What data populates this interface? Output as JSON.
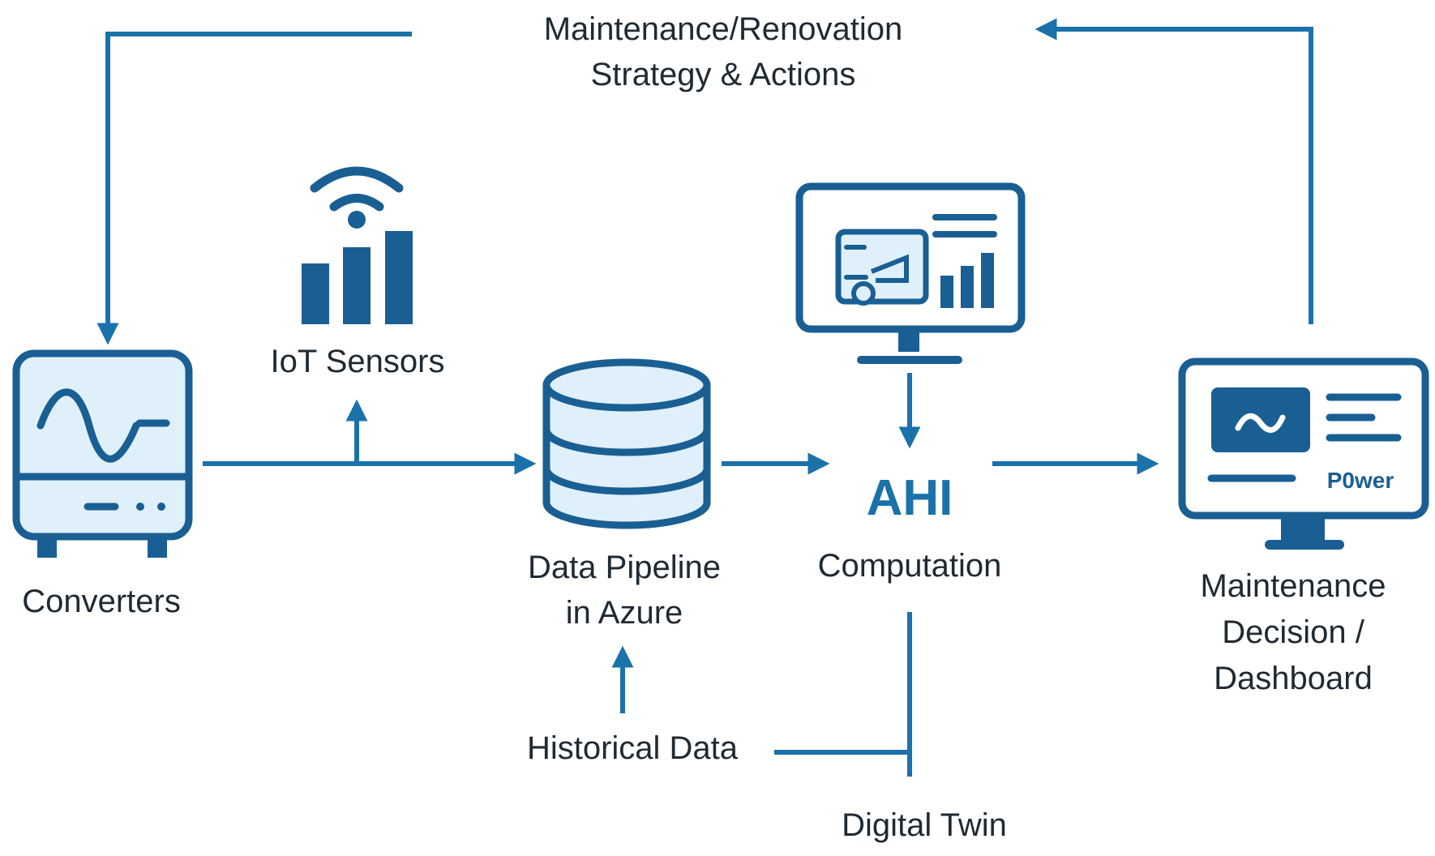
{
  "colors": {
    "line": "#1a72aa",
    "icon_dark": "#1a5f93",
    "icon_fill": "#dff0fb",
    "text": "#1f2a33",
    "ahi": "#1a72aa"
  },
  "feedback": {
    "line1": "Maintenance/Renovation",
    "line2": "Strategy & Actions"
  },
  "nodes": {
    "converters": {
      "label": "Converters",
      "icon": "converter-icon"
    },
    "iot": {
      "label": "IoT Sensors",
      "icon": "wifi-signal-bars-icon"
    },
    "pipeline": {
      "line1": "Data Pipeline",
      "line2": "in Azure",
      "icon": "database-icon"
    },
    "ahi": {
      "title": "AHI",
      "subtitle": "Computation",
      "icon": "monitor-analytics-icon"
    },
    "dashboard": {
      "line1": "Maintenance",
      "line2": "Decision /",
      "line3": "Dashboard",
      "icon": "dashboard-monitor-icon",
      "screen_text": "P0wer"
    },
    "historical": {
      "label": "Historical Data"
    },
    "twin": {
      "label": "Digital Twin"
    }
  }
}
